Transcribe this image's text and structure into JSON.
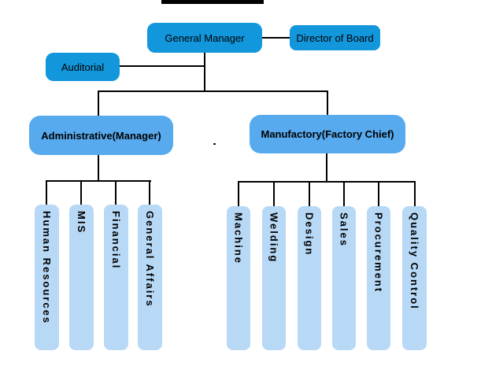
{
  "org_chart": {
    "nodes": {
      "general_manager": "General Manager",
      "director_of_board": "Director of Board",
      "auditorial": "Auditorial",
      "administrative": "Administrative(Manager)",
      "manufactory": "Manufactory(Factory Chief)"
    },
    "administrative_departments": [
      "Human Resources",
      "MIS",
      "Financial",
      "General Affairs"
    ],
    "manufactory_departments": [
      "Machine",
      "Welding",
      "Design",
      "Sales",
      "Procurement",
      "Quality Control"
    ],
    "colors": {
      "executive_fill": "#1296DC",
      "manager_fill": "#57AAEE",
      "department_fill": "#B7D9F6",
      "connector": "#000000",
      "background": "#FFFFFF"
    }
  }
}
